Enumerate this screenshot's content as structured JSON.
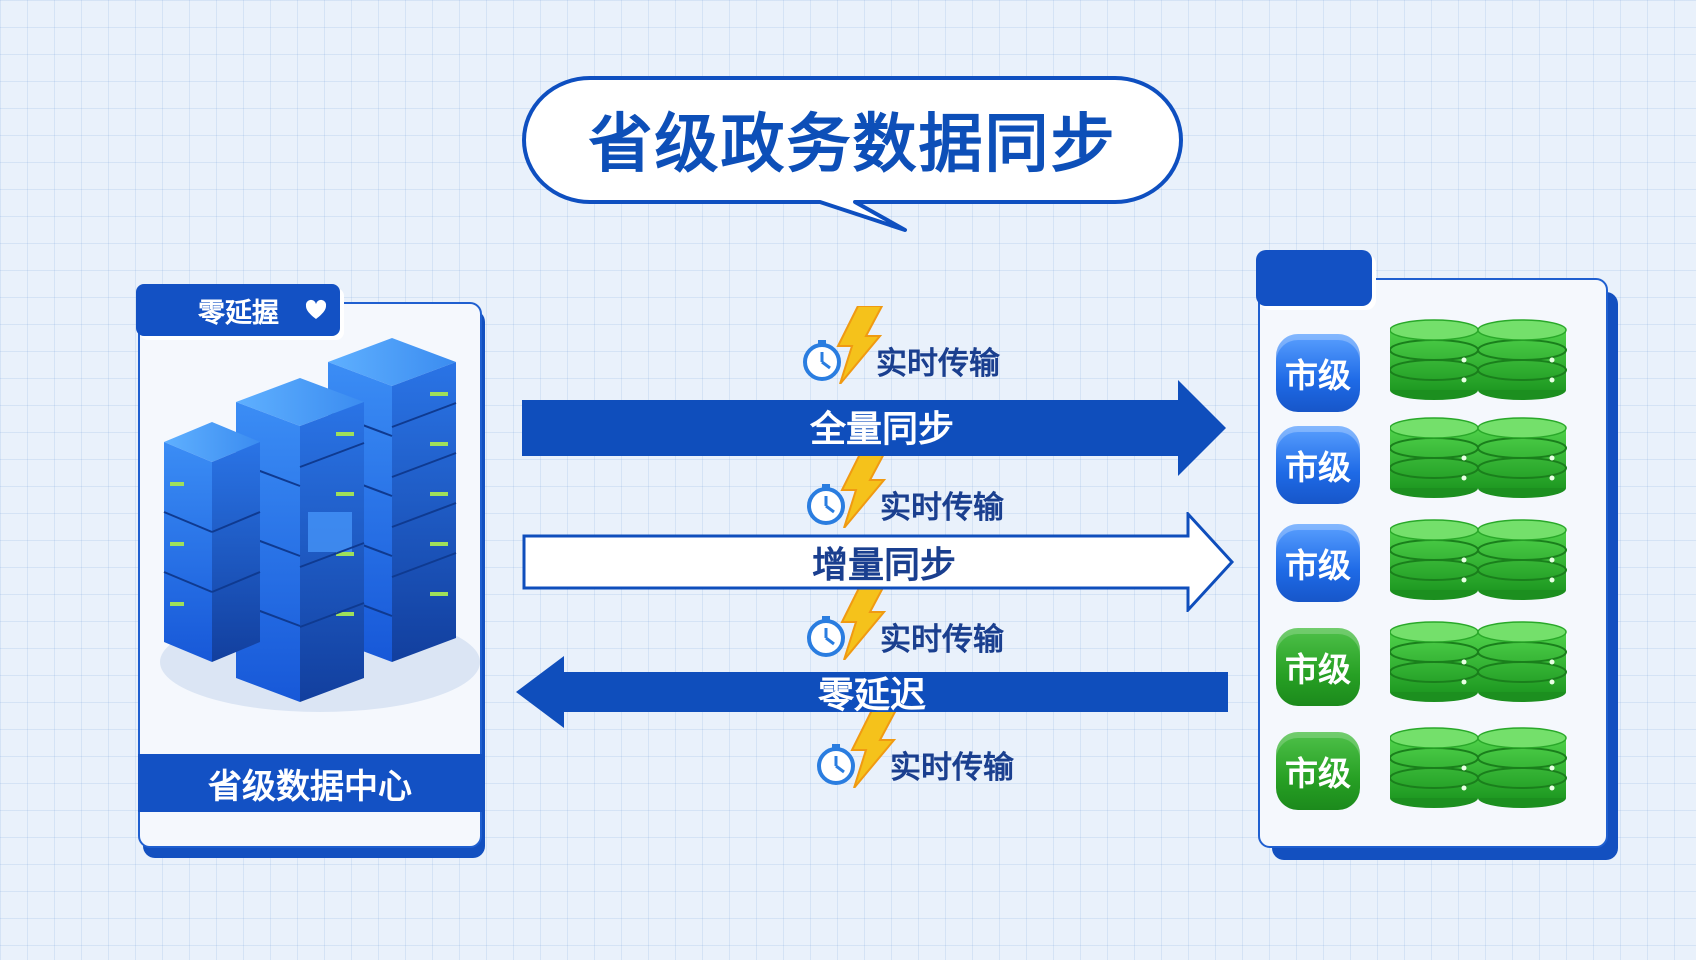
{
  "title": "省级政务数据同步",
  "left": {
    "tag": "零延握",
    "caption": "省级数据中心"
  },
  "flows": [
    {
      "label": "实时传输"
    },
    {
      "label": "实时传输"
    },
    {
      "label": "实时传输"
    },
    {
      "label": "实时传输"
    }
  ],
  "arrows": {
    "full_sync": "全量同步",
    "incremental_sync": "增量同步",
    "zero_latency": "零延迟"
  },
  "cities": [
    {
      "label": "市级",
      "color": "blue"
    },
    {
      "label": "市级",
      "color": "blue"
    },
    {
      "label": "市级",
      "color": "blue"
    },
    {
      "label": "市级",
      "color": "green"
    },
    {
      "label": "市级",
      "color": "green"
    }
  ],
  "colors": {
    "primary_blue": "#1351c4",
    "title_blue": "#0d4fb8",
    "green": "#2fb52f",
    "bolt": "#f5c21b",
    "background": "#e9f1fb"
  }
}
